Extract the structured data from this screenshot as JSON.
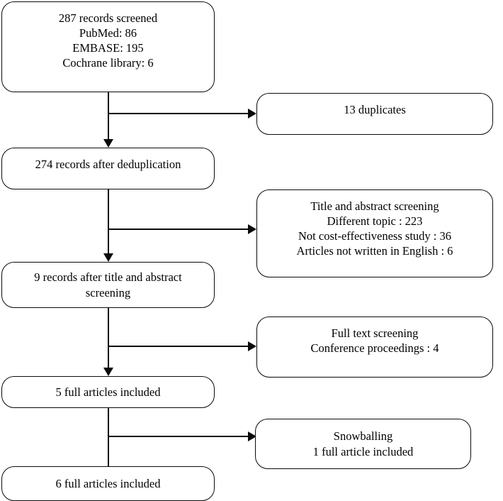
{
  "diagram": {
    "type": "prisma-flow-diagram",
    "title": "Study selection flow diagram",
    "stroke_color": "#0a0a0a",
    "background_color": "#ffffff",
    "nodes": [
      {
        "id": "records-screened",
        "column": "left",
        "lines": [
          "287 records screened",
          "PubMed: 86",
          "EMBASE: 195",
          "Cochrane library: 6"
        ]
      },
      {
        "id": "duplicates",
        "column": "right",
        "lines": [
          "13 duplicates"
        ]
      },
      {
        "id": "records-after-deduplication",
        "column": "left",
        "lines": [
          "274 records after deduplication"
        ]
      },
      {
        "id": "title-abstract-screening-excluded",
        "column": "right",
        "lines": [
          "Title and abstract screening",
          "Different topic : 223",
          "Not cost-effectiveness study : 36",
          "Articles not written in English : 6"
        ]
      },
      {
        "id": "records-after-title-abstract",
        "column": "left",
        "lines": [
          "9 records after title and abstract",
          "screening"
        ]
      },
      {
        "id": "full-text-screening-excluded",
        "column": "right",
        "lines": [
          "Full text screening",
          "Conference proceedings : 4"
        ]
      },
      {
        "id": "full-articles-included-5",
        "column": "left",
        "lines": [
          "5 full articles included"
        ]
      },
      {
        "id": "snowballing",
        "column": "right",
        "lines": [
          "Snowballing",
          "1 full article included"
        ]
      },
      {
        "id": "full-articles-included-6",
        "column": "left",
        "lines": [
          "6 full articles included"
        ]
      }
    ]
  },
  "chart_data": {
    "type": "diagram",
    "title": "PRISMA study selection flow",
    "stages": [
      {
        "label": "Records screened",
        "count": 287
      },
      {
        "label": "PubMed",
        "count": 86
      },
      {
        "label": "EMBASE",
        "count": 195
      },
      {
        "label": "Cochrane library",
        "count": 6
      },
      {
        "label": "Duplicates removed",
        "count": 13
      },
      {
        "label": "Records after deduplication",
        "count": 274
      },
      {
        "label": "Excluded - different topic",
        "count": 223
      },
      {
        "label": "Excluded - not cost-effectiveness study",
        "count": 36
      },
      {
        "label": "Excluded - articles not written in English",
        "count": 6
      },
      {
        "label": "Records after title and abstract screening",
        "count": 9
      },
      {
        "label": "Excluded - conference proceedings",
        "count": 4
      },
      {
        "label": "Full articles included",
        "count": 5
      },
      {
        "label": "Added by snowballing",
        "count": 1
      },
      {
        "label": "Total full articles included",
        "count": 6
      }
    ]
  }
}
